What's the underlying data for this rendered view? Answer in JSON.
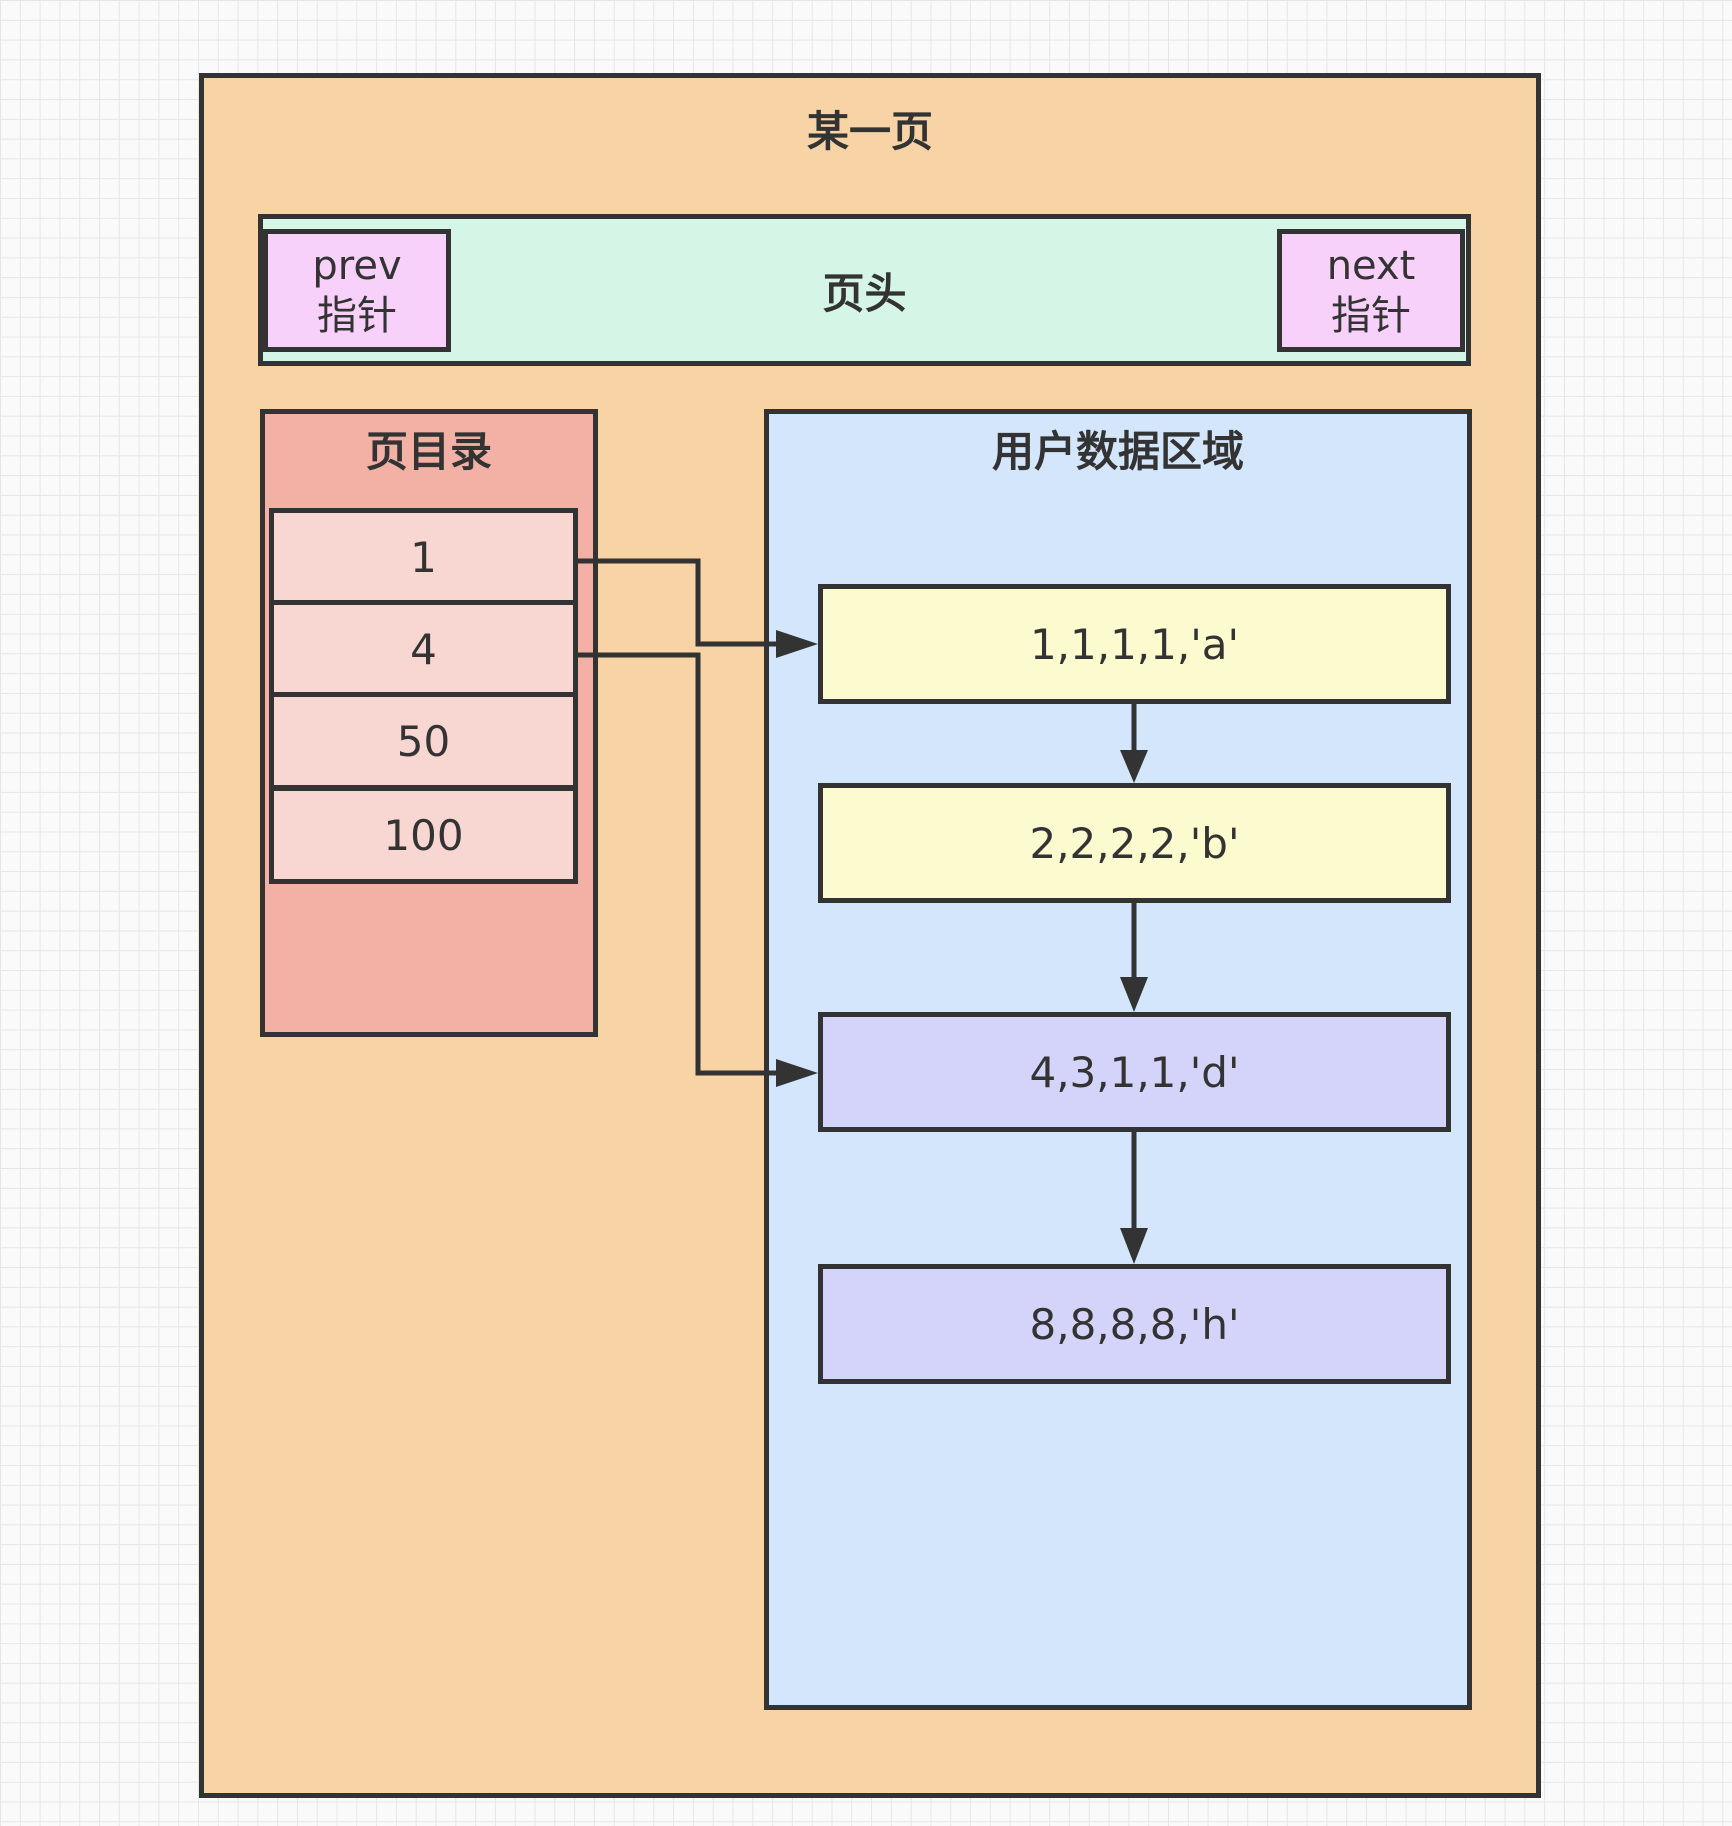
{
  "page": {
    "title": "某一页"
  },
  "header": {
    "title": "页头",
    "prev": {
      "line1": "prev",
      "line2": "指针"
    },
    "next": {
      "line1": "next",
      "line2": "指针"
    }
  },
  "directory": {
    "title": "页目录",
    "slots": [
      "1",
      "4",
      "50",
      "100"
    ]
  },
  "user_data": {
    "title": "用户数据区域",
    "records": [
      "1,1,1,1,'a'",
      "2,2,2,2,'b'",
      "4,3,1,1,'d'",
      "8,8,8,8,'h'"
    ]
  },
  "colors": {
    "border": "#333333",
    "page_bg": "#f7d3a5",
    "header_bg": "#d5f5e6",
    "pointer_bg": "#f8d1fb",
    "directory_bg": "#f3b1a6",
    "slot_bg": "#f8d6d1",
    "user_data_bg": "#d3e6fc",
    "record_yellow": "#fcfbd0",
    "record_purple": "#d4d4fa"
  }
}
